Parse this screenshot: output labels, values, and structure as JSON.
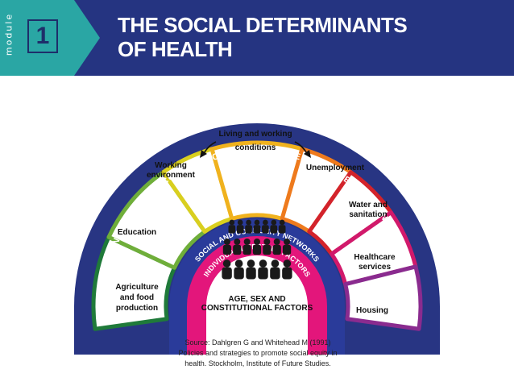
{
  "header": {
    "module_word": "module",
    "module_number": "1",
    "title_line1": "THE SOCIAL DETERMINANTS",
    "title_line2": "OF HEALTH"
  },
  "diagram": {
    "outer_band": "GENERAL SOCIOECONOMIC, CULTURAL AND ENVIRONMENTAL CONDITIONS",
    "middle_band": "SOCIAL AND COMMUNITY NETWORKS",
    "inner_band": "INDIVIDUAL LIFESTYLE FACTORS",
    "core_line1": "AGE, SEX AND",
    "core_line2": "CONSTITUTIONAL FACTORS",
    "center_title_line1": "Living and working",
    "center_title_line2": "conditions",
    "segments": [
      {
        "line1": "Agriculture",
        "line2": "and food",
        "line3": "production",
        "color": "#1f7a3a"
      },
      {
        "line1": "Education",
        "color": "#6fae3a"
      },
      {
        "line1": "Working",
        "line2": "environment",
        "color": "#d9cf1f"
      },
      {
        "line1": "Unemployment",
        "color": "#ee7a1d"
      },
      {
        "line1": "Water and",
        "line2": "sanitation",
        "color": "#d3232b"
      },
      {
        "line1": "Healthcare",
        "line2": "services",
        "color": "#d1196b"
      },
      {
        "line1": "Housing",
        "color": "#8a2b8f"
      }
    ],
    "colors": {
      "outer": "#283583",
      "social": "#2a3b9a",
      "lifestyle": "#e3167b",
      "people": "#1a1a1a",
      "center_top": "#f0b21e"
    }
  },
  "source": {
    "line1": "Source: Dahlgren G and Whitehead M (1991)",
    "line2": "Policies and strategies to promote social equity in",
    "line3": "health. Stockholm, Institute of Future Studies."
  }
}
